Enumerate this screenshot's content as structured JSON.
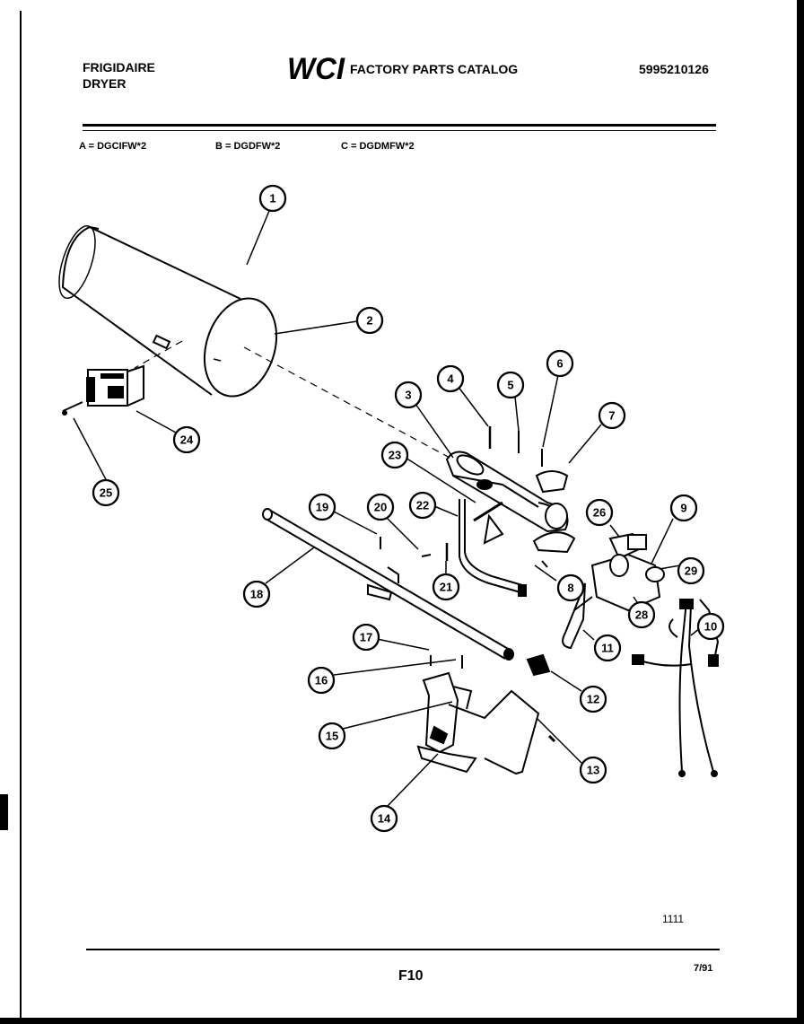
{
  "header": {
    "brand_line1": "FRIGIDAIRE",
    "brand_line2": "DRYER",
    "logo_text": "WCI",
    "catalog_title": "FACTORY PARTS CATALOG",
    "catalog_number": "5995210126"
  },
  "models": [
    {
      "text": "A = DGCIFW*2"
    },
    {
      "text": "B = DGDFW*2"
    },
    {
      "text": "C = DGDMFW*2"
    }
  ],
  "callouts": [
    "1",
    "2",
    "3",
    "4",
    "5",
    "6",
    "7",
    "8",
    "9",
    "10",
    "11",
    "12",
    "13",
    "14",
    "15",
    "16",
    "17",
    "18",
    "19",
    "20",
    "21",
    "22",
    "23",
    "24",
    "25",
    "26",
    "28",
    "29"
  ],
  "footer": {
    "code": "1111",
    "page": "F10",
    "date": "7/91"
  }
}
